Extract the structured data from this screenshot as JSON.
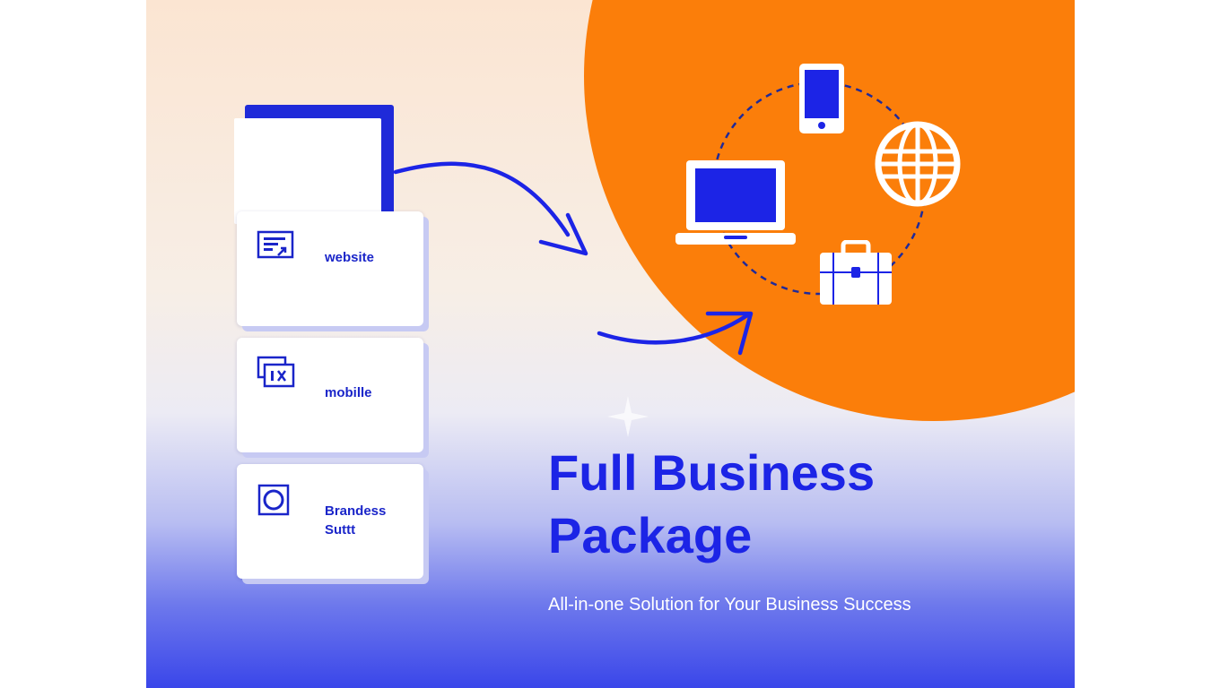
{
  "services": [
    {
      "label": "website",
      "icon": "newspaper-icon"
    },
    {
      "label": "mobille",
      "icon": "gallery-icon"
    },
    {
      "label": "Brandess Suttt",
      "icon": "brand-badge-icon"
    }
  ],
  "hero": {
    "title": "Full Business Package",
    "subtitle": "All-in-one Solution for Your Business Success"
  },
  "devices": [
    "tablet-icon",
    "globe-icon",
    "laptop-icon",
    "briefcase-icon"
  ],
  "colors": {
    "accent_blue": "#1c24e6",
    "orange": "#fb7e0a",
    "white": "#ffffff"
  }
}
